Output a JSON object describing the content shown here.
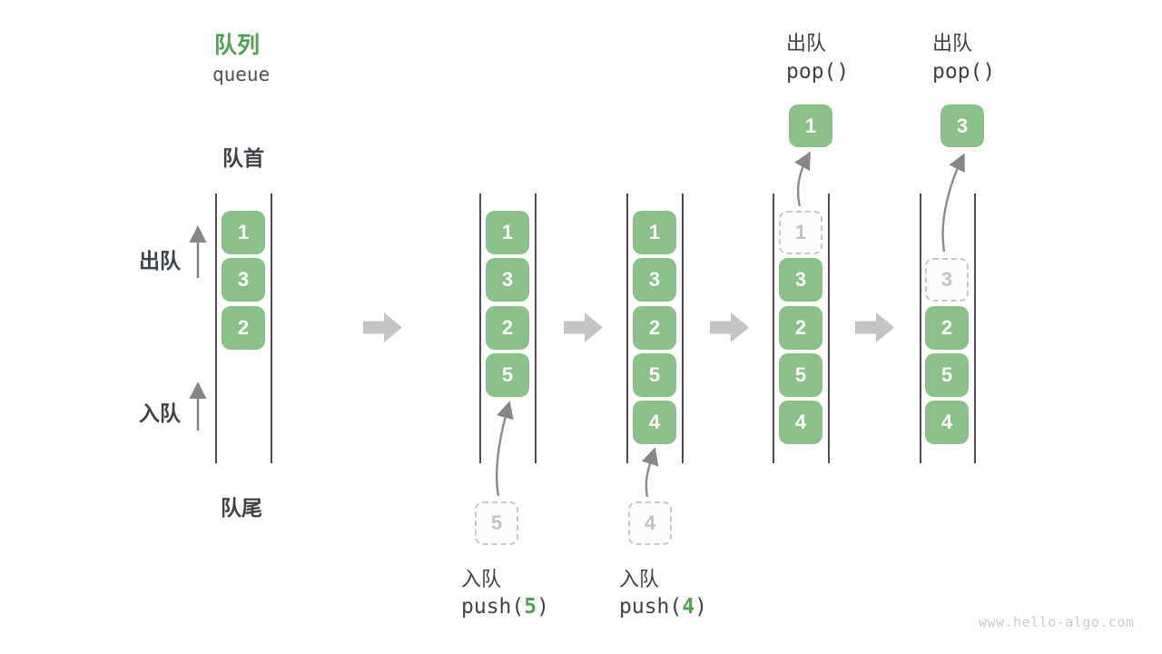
{
  "title": {
    "zh": "队列",
    "en": "queue"
  },
  "labels": {
    "front": "队首",
    "rear": "队尾",
    "dequeue": "出队",
    "enqueue": "入队"
  },
  "watermark": "www.hello-algo.com",
  "colors": {
    "cell_green": "#8CC08A",
    "accent_green": "#4FA052",
    "dark_text": "#3E4348",
    "block_arrow_gray": "#C4C4C4",
    "thin_arrow_gray": "#8C8C8C",
    "ghost_gray": "#C2C2C2"
  },
  "stages": [
    {
      "cells": [
        "1",
        "3",
        "2"
      ]
    },
    {
      "label": "入队",
      "code_pre": "push(",
      "code_arg": "5",
      "code_post": ")",
      "pending": "5",
      "cells": [
        "1",
        "3",
        "2",
        "5"
      ]
    },
    {
      "label": "入队",
      "code_pre": "push(",
      "code_arg": "4",
      "code_post": ")",
      "pending": "4",
      "cells": [
        "1",
        "3",
        "2",
        "5",
        "4"
      ]
    },
    {
      "label": "出队",
      "code": "pop()",
      "popped": "1",
      "ghost": "1",
      "cells": [
        "3",
        "2",
        "5",
        "4"
      ]
    },
    {
      "label": "出队",
      "code": "pop()",
      "popped": "3",
      "ghost": "3",
      "cells": [
        "2",
        "5",
        "4"
      ]
    }
  ]
}
